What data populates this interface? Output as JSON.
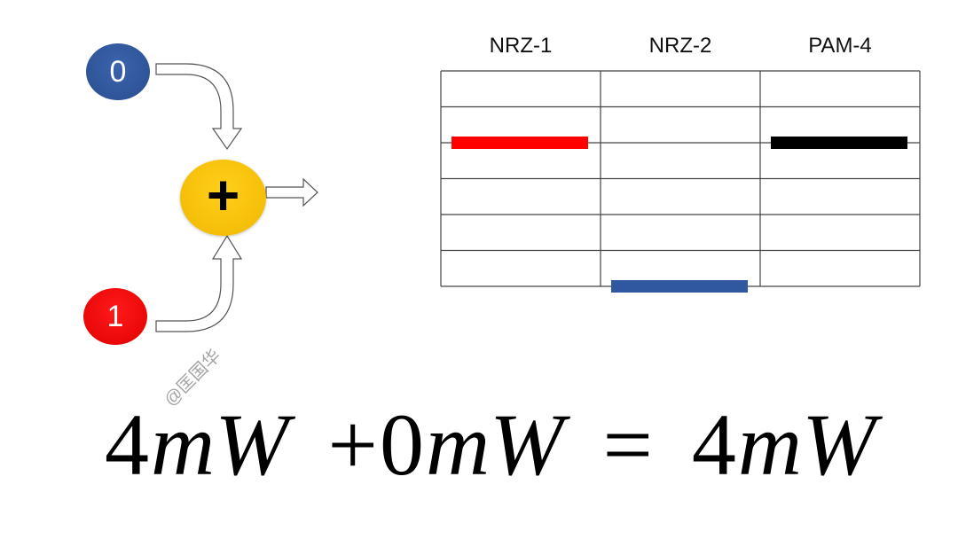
{
  "diagram": {
    "input_0": {
      "label": "0",
      "color": "#2f58a0"
    },
    "input_1": {
      "label": "1",
      "color": "#ff0000"
    },
    "adder": {
      "label": "+",
      "color": "#f7c20d"
    }
  },
  "table": {
    "columns": [
      "NRZ-1",
      "NRZ-2",
      "PAM-4"
    ],
    "levels": 6,
    "bars": [
      {
        "column": "NRZ-1",
        "level": 4,
        "color": "#ff0000"
      },
      {
        "column": "NRZ-2",
        "level": 0,
        "color": "#2f58a0"
      },
      {
        "column": "PAM-4",
        "level": 4,
        "color": "#000000"
      }
    ]
  },
  "equation": {
    "term1_value": "4",
    "term1_unit": "mW",
    "plus": "+",
    "term2_value": "0",
    "term2_unit": "mW",
    "equals": "=",
    "result_value": "4",
    "result_unit": "mW"
  },
  "watermark": "@匡国华"
}
